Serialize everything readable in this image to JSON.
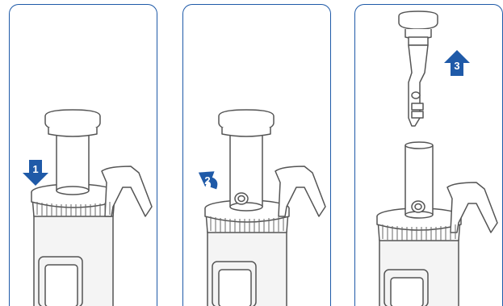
{
  "colors": {
    "frame_border": "#1f5aa8",
    "arrow_fill": "#1f5aa8",
    "line_art": "#555555",
    "background": "#ffffff"
  },
  "panels": [
    {
      "step": "1",
      "action": "press-down",
      "arrow_icon": "arrow-down-icon"
    },
    {
      "step": "2",
      "action": "rotate",
      "arrow_icon": "arrow-rotate-icon"
    },
    {
      "step": "3",
      "action": "pull-up",
      "arrow_icon": "arrow-up-icon"
    }
  ]
}
